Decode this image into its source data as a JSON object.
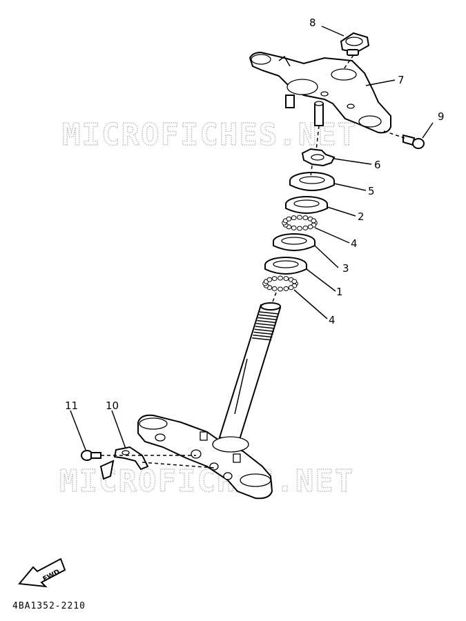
{
  "watermark": {
    "top": "MICROFICHES.NET",
    "bottom": "MICROFICHES.NET"
  },
  "callouts": {
    "c8": "8",
    "c7": "7",
    "c9": "9",
    "c6": "6",
    "c5": "5",
    "c2": "2",
    "c4a": "4",
    "c3": "3",
    "c1": "1",
    "c4b": "4",
    "c11": "11",
    "c10": "10"
  },
  "fwd_label": "FWD",
  "diagram_code": "4BA1352-2210"
}
